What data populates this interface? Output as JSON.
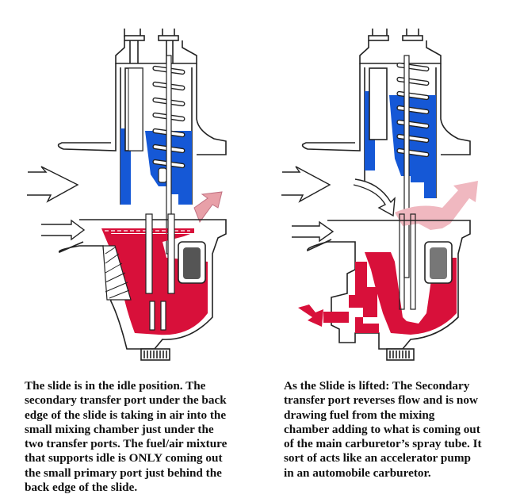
{
  "figure": {
    "colors": {
      "fuel": "#d8103a",
      "slide_body": "#1558d6",
      "outline": "#222222",
      "float": "#555555",
      "mixture": "#e8a0a8"
    },
    "panels": [
      {
        "id": "idle",
        "caption_lines": [
          "The slide is in the idle position. The",
          "secondary transfer port under the back",
          "edge of the slide is taking in air into the",
          "small mixing chamber just under the",
          "two transfer ports. The fuel/air mixture",
          "that supports idle is ONLY coming out",
          "the small primary port just behind the",
          "back edge of the slide."
        ]
      },
      {
        "id": "lifted",
        "caption_lines": [
          "As the Slide is lifted: The Secondary",
          "transfer port reverses flow and is now",
          "drawing fuel from the mixing",
          "chamber adding to what is coming out",
          "of the main carburetor’s spray tube. It",
          "sort of acts like an accelerator pump",
          "in an automobile carburetor."
        ]
      }
    ]
  }
}
